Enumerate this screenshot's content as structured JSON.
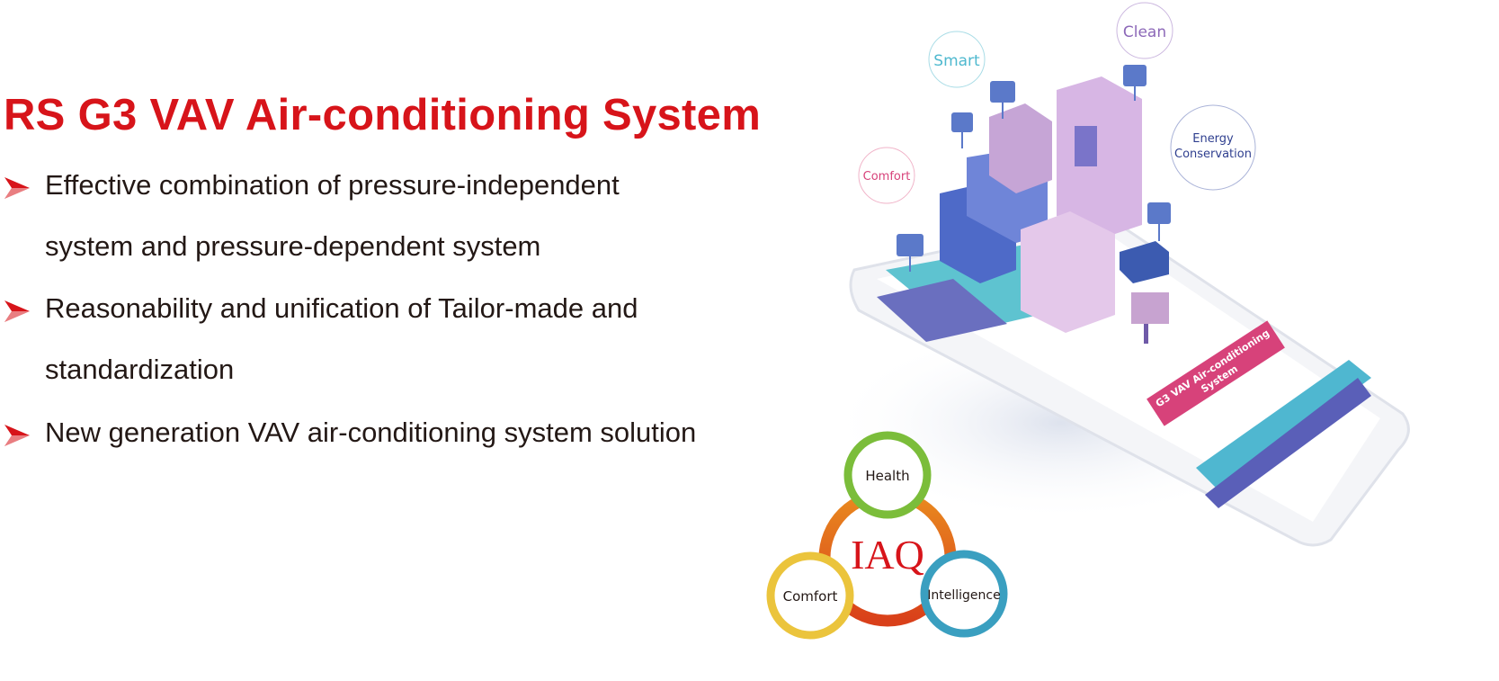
{
  "title": "RS G3 VAV Air-conditioning System",
  "bullets": [
    {
      "lines": [
        "Effective combination of pressure-independent",
        "system and pressure-dependent system"
      ]
    },
    {
      "lines": [
        "Reasonability and unification of Tailor-made and",
        "standardization"
      ]
    },
    {
      "lines": [
        "New generation VAV air-conditioning system solution"
      ]
    }
  ],
  "illustration": {
    "bubbles": {
      "smart": "Smart",
      "clean": "Clean",
      "energy_line1": "Energy",
      "energy_line2": "Conservation",
      "comfort": "Comfort"
    },
    "banner_line1": "G3 VAV Air-conditioning",
    "banner_line2": "System"
  },
  "iaq": {
    "center": "IAQ",
    "health": "Health",
    "comfort": "Comfort",
    "intelligence": "Intelligence"
  },
  "colors": {
    "accent": "#d7141a",
    "text": "#231815"
  }
}
